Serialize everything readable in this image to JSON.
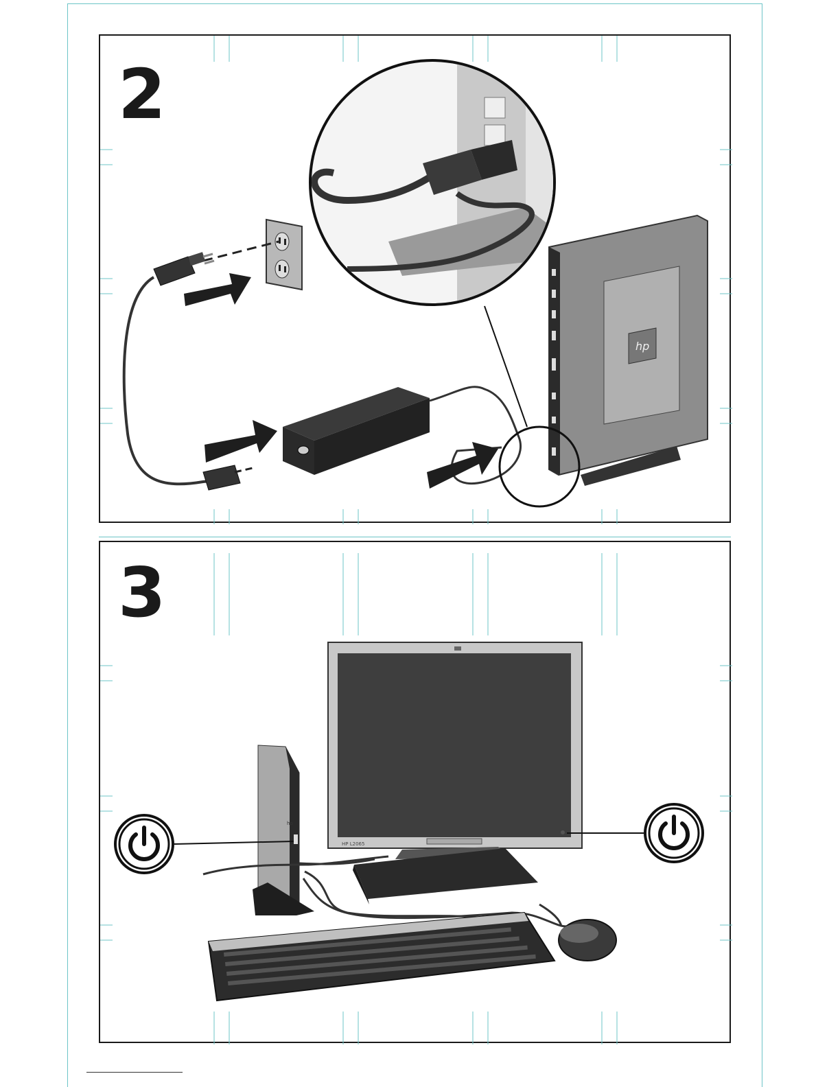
{
  "steps": [
    {
      "number": "2"
    },
    {
      "number": "3"
    }
  ],
  "icons": {
    "power_left": "power-button-icon",
    "power_right": "power-button-icon"
  },
  "product": {
    "logo_text": "hp",
    "monitor_model": "HP L2065"
  },
  "colors": {
    "frame": "#1a1a1a",
    "guide_lines": "#6cc4c7",
    "arrow_fill": "#1e1e1e",
    "device_gray": "#9a9a9a"
  }
}
